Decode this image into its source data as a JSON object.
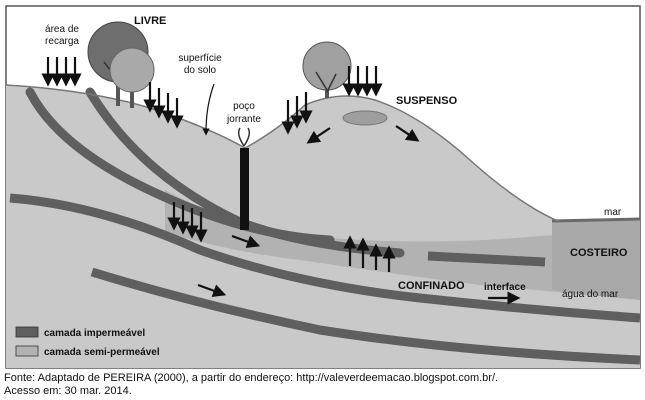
{
  "labels": {
    "area_recarga_1": "área de",
    "area_recarga_2": "recarga",
    "livre": "LIVRE",
    "superficie_1": "superfície",
    "superficie_2": "do solo",
    "poco_1": "poço",
    "poco_2": "jorrante",
    "suspenso": "SUSPENSO",
    "mar": "mar",
    "costeiro": "COSTEIRO",
    "confinado": "CONFINADO",
    "interface": "interface",
    "agua_do_mar": "água do mar"
  },
  "legend": {
    "impermeavel": "camada impermeável",
    "semi_permeavel": "camada semi-permeável"
  },
  "colors": {
    "frame": "#555555",
    "sky": "#ffffff",
    "ground": "#c9c9c9",
    "semi_permeable": "#b2b2b2",
    "impermeable": "#5f5f5f",
    "sea": "#a8a8a8",
    "tree_dark": "#6e6e6e",
    "tree_light": "#a9a9a9",
    "arrow": "#111111"
  },
  "caption": {
    "line1": "Fonte: Adaptado de PEREIRA (2000), a partir do endereço: http://valeverdeemacao.blogspot.com.br/.",
    "line2": "Acesso em: 30 mar. 2014."
  }
}
